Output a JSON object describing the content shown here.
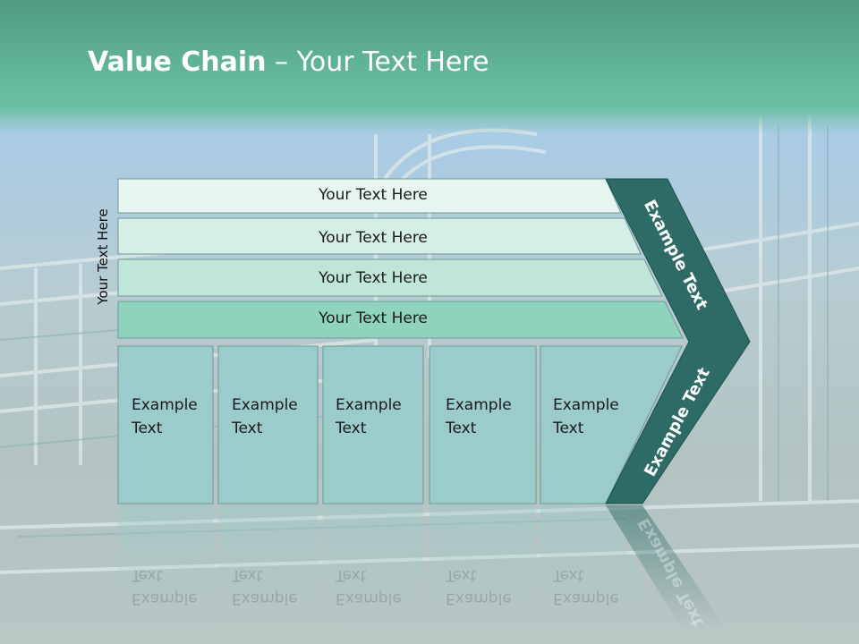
{
  "title": {
    "bold": "Value Chain",
    "rest": " – Your Text Here"
  },
  "vertical_label": "Your Text Here",
  "rows": [
    "Your Text Here",
    "Your Text Here",
    "Your Text Here",
    "Your Text Here"
  ],
  "columns": [
    "Example Text",
    "Example Text",
    "Example Text",
    "Example Text",
    "Example Text"
  ],
  "chevron": {
    "upper_text": "Example Text",
    "lower_text": "Example Text"
  },
  "colors": {
    "header": "#5fb198",
    "chevron": "#2e6b66",
    "column_fill": "#9ccbcb",
    "row_fills": [
      "#e6f5ef",
      "#d6efe6",
      "#bfe6d8",
      "#8fd3bf"
    ]
  }
}
